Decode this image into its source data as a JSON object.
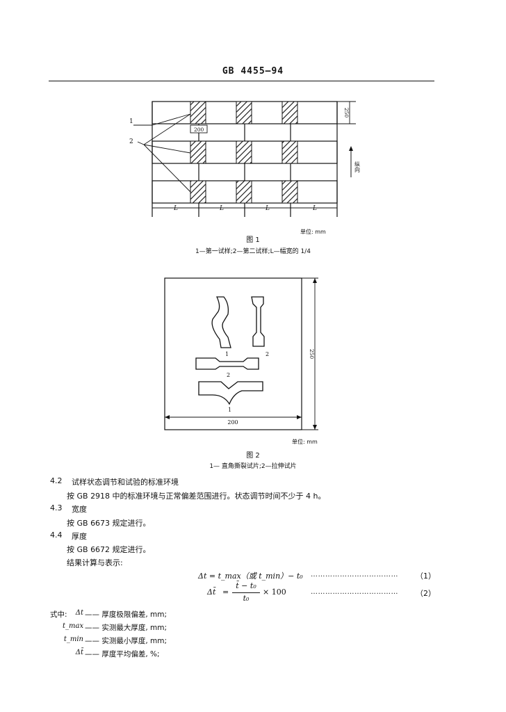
{
  "header": {
    "code": "GB 4455—94"
  },
  "figure1": {
    "caption": "图 1",
    "legend": "1—第一试样;2—第二试样;L—幅宽的 1/4",
    "unit": "单位: mm",
    "callout_1": "1",
    "callout_2": "2",
    "dim_200": "200",
    "dim_250": "250",
    "direction_label": "纵向",
    "l_labels": [
      "L",
      "L",
      "L",
      "L"
    ]
  },
  "figure2": {
    "caption": "图 2",
    "legend": "1— 直角撕裂试片;2—拉伸试片",
    "unit": "单位: mm",
    "width_dim": "200",
    "height_dim": "250",
    "label_1a": "1",
    "label_2a": "2",
    "label_2b": "2",
    "label_1b": "1"
  },
  "sections": [
    {
      "num": "4.2",
      "title": "试样状态调节和试验的标准环境",
      "text": "按 GB 2918 中的标准环境与正常偏差范围进行。状态调节时间不少于 4 h。"
    },
    {
      "num": "4.3",
      "title": "宽度",
      "text": "按 GB 6673 规定进行。"
    },
    {
      "num": "4.4",
      "title": "厚度",
      "text": "按 GB 6672 规定进行。"
    }
  ],
  "results_intro": "结果计算与表示:",
  "equations": [
    {
      "lhs": "Δt",
      "rhs": "= t_max（或 t_min）− t₀",
      "num": "（1）"
    },
    {
      "lhs": "Δt̄",
      "numerator": "t̄ − t₀",
      "denominator": "t₀",
      "tail": "× 100",
      "num": "（2）"
    }
  ],
  "where_label": "式中:",
  "definitions": [
    {
      "symbol": "Δt",
      "text": "—— 厚度极限偏差, mm;"
    },
    {
      "symbol": "t_max",
      "text": "—— 实测最大厚度, mm;"
    },
    {
      "symbol": "t_min",
      "text": "—— 实测最小厚度, mm;"
    },
    {
      "symbol": "Δt̄",
      "text": "—— 厚度平均偏差, %;"
    }
  ]
}
